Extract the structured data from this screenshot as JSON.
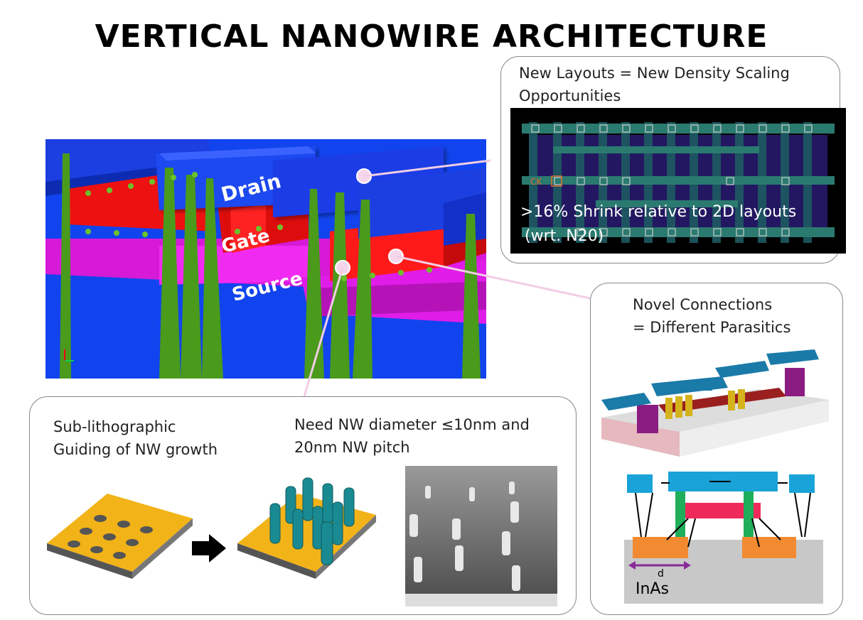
{
  "title": "VERTICAL NANOWIRE ARCHITECTURE",
  "layout_box": {
    "heading_line1": "New Layouts = New Density Scaling",
    "heading_line2": "Opportunities",
    "ck_label": "CK",
    "shrink_line1": ">16% Shrink relative to 2D layouts",
    "shrink_line2": "(wrt. N20)"
  },
  "device_render": {
    "drain_label": "Drain",
    "gate_label": "Gate",
    "source_label": "Source"
  },
  "connections_box": {
    "line1": "Novel Connections",
    "line2": "= Different Parasitics",
    "d_label": "d",
    "material_label": "InAs"
  },
  "growth_box": {
    "left_line1": "Sub-lithographic",
    "left_line2": "Guiding of NW growth",
    "right_line1": "Need NW diameter ≤10nm and",
    "right_line2": "20nm NW pitch"
  },
  "colors": {
    "drain": "#1b3fe0",
    "gate": "#ee1111",
    "source": "#e01ce8",
    "nanowire": "#4a9a1c",
    "substrate": "#1144ee",
    "wafer": "#f2b318",
    "nw_pillar": "#1a8a92"
  }
}
